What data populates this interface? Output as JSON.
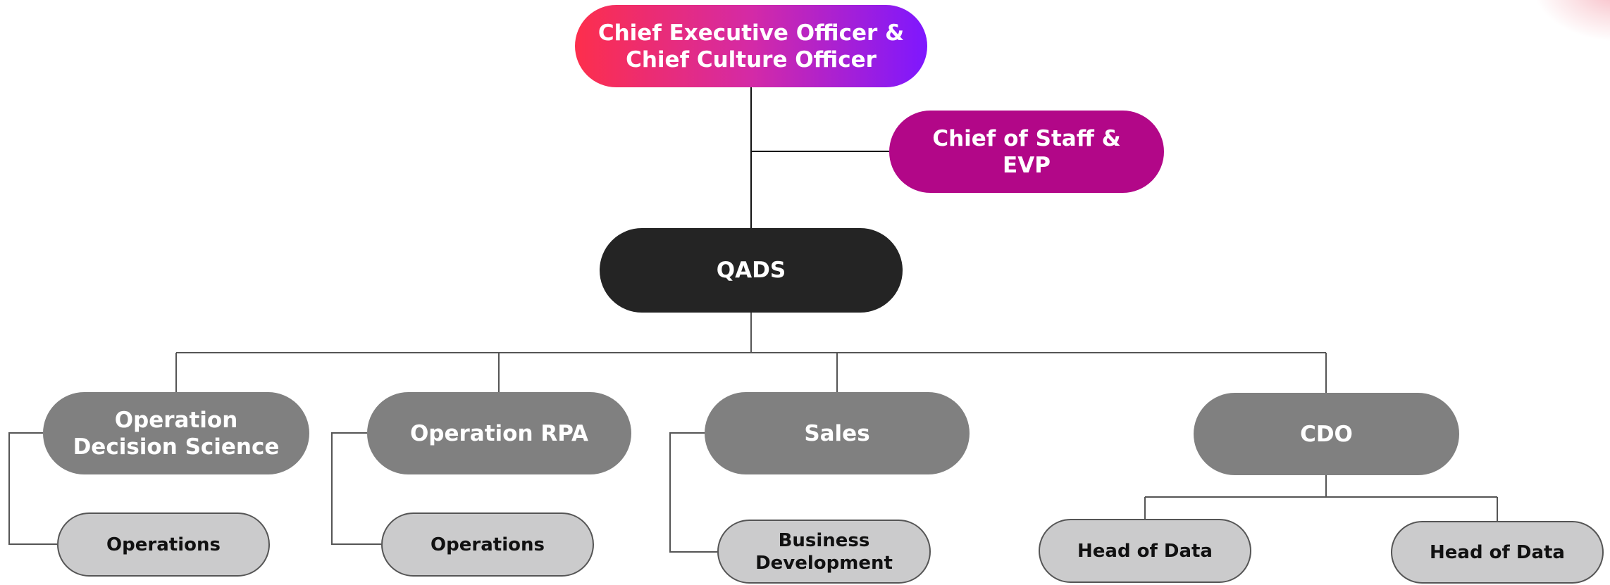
{
  "nodes": {
    "ceo": {
      "line1": "Chief Executive Officer &",
      "line2": "Chief Culture Officer"
    },
    "chief_of_staff": {
      "line1": "Chief of Staff &",
      "line2": "EVP"
    },
    "qads": {
      "label": "QADS"
    },
    "operation_decision_science": {
      "line1": "Operation",
      "line2": "Decision Science"
    },
    "operation_rpa": {
      "label": "Operation RPA"
    },
    "sales": {
      "label": "Sales"
    },
    "cdo": {
      "label": "CDO"
    },
    "operations_1": {
      "label": "Operations"
    },
    "operations_2": {
      "label": "Operations"
    },
    "business_development": {
      "line1": "Business",
      "line2": "Development"
    },
    "head_of_data_1": {
      "label": "Head of Data"
    },
    "head_of_data_2": {
      "label": "Head of Data"
    }
  },
  "colors": {
    "ceo_gradient_start": "#fd2e4c",
    "ceo_gradient_end": "#7e17ff",
    "chief_of_staff": "#b20788",
    "qads": "#242424",
    "department": "#808080",
    "team": "#cbcbcc",
    "connector": "#555555"
  }
}
